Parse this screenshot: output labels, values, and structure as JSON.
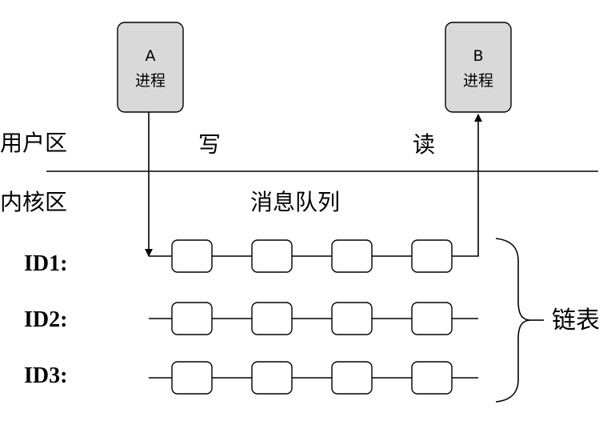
{
  "processes": {
    "a": {
      "letter": "A",
      "text": "进程"
    },
    "b": {
      "letter": "B",
      "text": "进程"
    }
  },
  "zones": {
    "user": "用户区",
    "kernel": "内核区"
  },
  "actions": {
    "write": "写",
    "read": "读"
  },
  "queue_title": "消息队列",
  "queues": [
    {
      "id": "ID1:"
    },
    {
      "id": "ID2:"
    },
    {
      "id": "ID3:"
    }
  ],
  "list_label": "链表"
}
